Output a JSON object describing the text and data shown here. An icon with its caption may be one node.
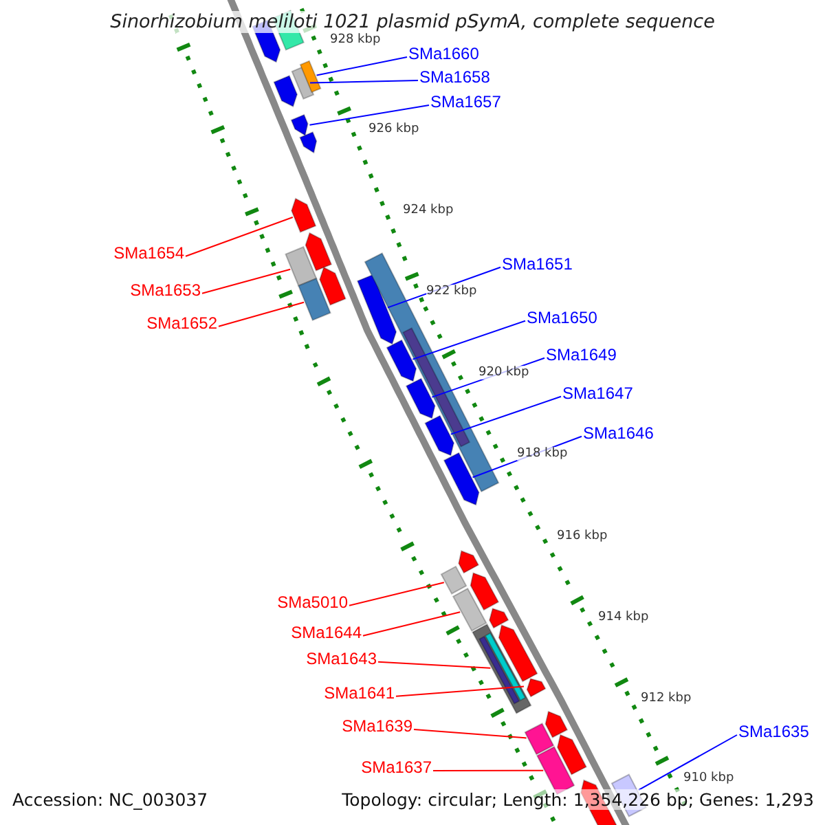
{
  "diagram": {
    "title": "Sinorhizobium meliloti 1021 plasmid pSymA, complete sequence",
    "nodes": [
      {
        "text": [
          "SMa1660"
        ]
      },
      {
        "text": [
          "SMa1658"
        ]
      },
      {
        "text": [
          "SMa1657"
        ]
      },
      {
        "text": [
          "SMa1654"
        ]
      },
      {
        "text": [
          "SMa1651"
        ]
      },
      {
        "text": [
          "SMa1653"
        ]
      },
      {
        "text": [
          "SMa1650"
        ]
      },
      {
        "text": [
          "SMa1652"
        ]
      },
      {
        "text": [
          "SMa1649"
        ]
      },
      {
        "text": [
          "SMa1647"
        ]
      },
      {
        "text": [
          "SMa1646"
        ]
      },
      {
        "text": [
          "SMa5010"
        ]
      },
      {
        "text": [
          "SMa1644"
        ]
      },
      {
        "text": [
          "SMa1643"
        ]
      },
      {
        "text": [
          "SMa1641"
        ]
      },
      {
        "text": [
          "SMa1639"
        ]
      },
      {
        "text": [
          "SMa1635"
        ]
      },
      {
        "text": [
          "SMa1637"
        ]
      },
      {
        "text": [],
        "shape": "arrow"
      },
      {
        "text": [],
        "shape": "bar"
      },
      {
        "text": [],
        "shape": "arrow"
      },
      {
        "text": [],
        "shape": "bar"
      },
      {
        "text": [],
        "shape": "bar"
      },
      {
        "text": [],
        "shape": "arrow"
      },
      {
        "text": [],
        "shape": "arrow"
      },
      {
        "text": [],
        "shape": "arrow"
      },
      {
        "text": [],
        "shape": "arrow"
      },
      {
        "text": [],
        "shape": "arrow"
      },
      {
        "text": [],
        "shape": "arrow"
      },
      {
        "text": [],
        "shape": "arrow"
      },
      {
        "text": [],
        "shape": "bar"
      },
      {
        "text": [],
        "shape": "bar",
        "in": 30
      },
      {
        "text": [],
        "shape": "bar"
      },
      {
        "text": [],
        "shape": "arrow"
      },
      {
        "text": [],
        "shape": "arrow"
      },
      {
        "text": [],
        "shape": "arrow"
      },
      {
        "text": [],
        "shape": "bar"
      },
      {
        "text": [],
        "shape": "bar"
      },
      {
        "text": [],
        "shape": "arrow"
      },
      {
        "text": [],
        "shape": "arrow"
      },
      {
        "text": [],
        "shape": "arrow"
      },
      {
        "text": [],
        "shape": "arrow"
      },
      {
        "text": [],
        "shape": "arrow"
      },
      {
        "text": [],
        "shape": "arrow"
      },
      {
        "text": [],
        "shape": "arrow"
      },
      {
        "text": [],
        "shape": "arrow"
      },
      {
        "text": [],
        "shape": "bar"
      },
      {
        "text": [],
        "shape": "bar"
      },
      {
        "text": [],
        "shape": "bar"
      },
      {
        "text": [],
        "shape": "bar",
        "in": 48
      },
      {
        "text": [],
        "shape": "bar",
        "in": 48
      },
      {
        "text": [],
        "shape": "bar"
      },
      {
        "text": [],
        "shape": "bar"
      }
    ],
    "edges": [
      {
        "from": 0,
        "to": 22,
        "arrow": "none"
      },
      {
        "from": 1,
        "to": 21,
        "arrow": "none"
      },
      {
        "from": 2,
        "to": 23,
        "arrow": "none"
      },
      {
        "from": 3,
        "to": 33,
        "arrow": "none",
        "color": "#ff0000"
      },
      {
        "from": 4,
        "to": 25,
        "arrow": "none"
      },
      {
        "from": 5,
        "to": 36,
        "arrow": "none",
        "color": "#ff0000"
      },
      {
        "from": 6,
        "to": 26,
        "arrow": "none"
      },
      {
        "from": 7,
        "to": 37,
        "arrow": "none",
        "color": "#ff0000"
      },
      {
        "from": 8,
        "to": 27,
        "arrow": "none"
      },
      {
        "from": 9,
        "to": 28,
        "arrow": "none"
      },
      {
        "from": 10,
        "to": 29,
        "arrow": "none"
      },
      {
        "from": 11,
        "to": 46,
        "arrow": "none",
        "color": "#ff0000"
      },
      {
        "from": 12,
        "to": 47,
        "arrow": "none",
        "color": "#ff0000"
      },
      {
        "from": 13,
        "to": 48,
        "arrow": "none",
        "color": "#ff0000"
      },
      {
        "from": 14,
        "to": 42,
        "arrow": "none",
        "color": "#ff0000"
      },
      {
        "from": 15,
        "to": 51,
        "arrow": "none",
        "color": "#ff0000"
      },
      {
        "from": 16,
        "to": 32,
        "arrow": "none"
      },
      {
        "from": 17,
        "to": 52,
        "arrow": "none",
        "color": "#ff0000"
      }
    ],
    "labels": [
      "928 kbp",
      "926 kbp",
      "924 kbp",
      "922 kbp",
      "920 kbp",
      "918 kbp",
      "916 kbp",
      "914 kbp",
      "912 kbp",
      "910 kbp",
      "Accession: NC_003037",
      "Topology: circular; Length: 1,354,226 bp; Genes: 1,293"
    ]
  }
}
